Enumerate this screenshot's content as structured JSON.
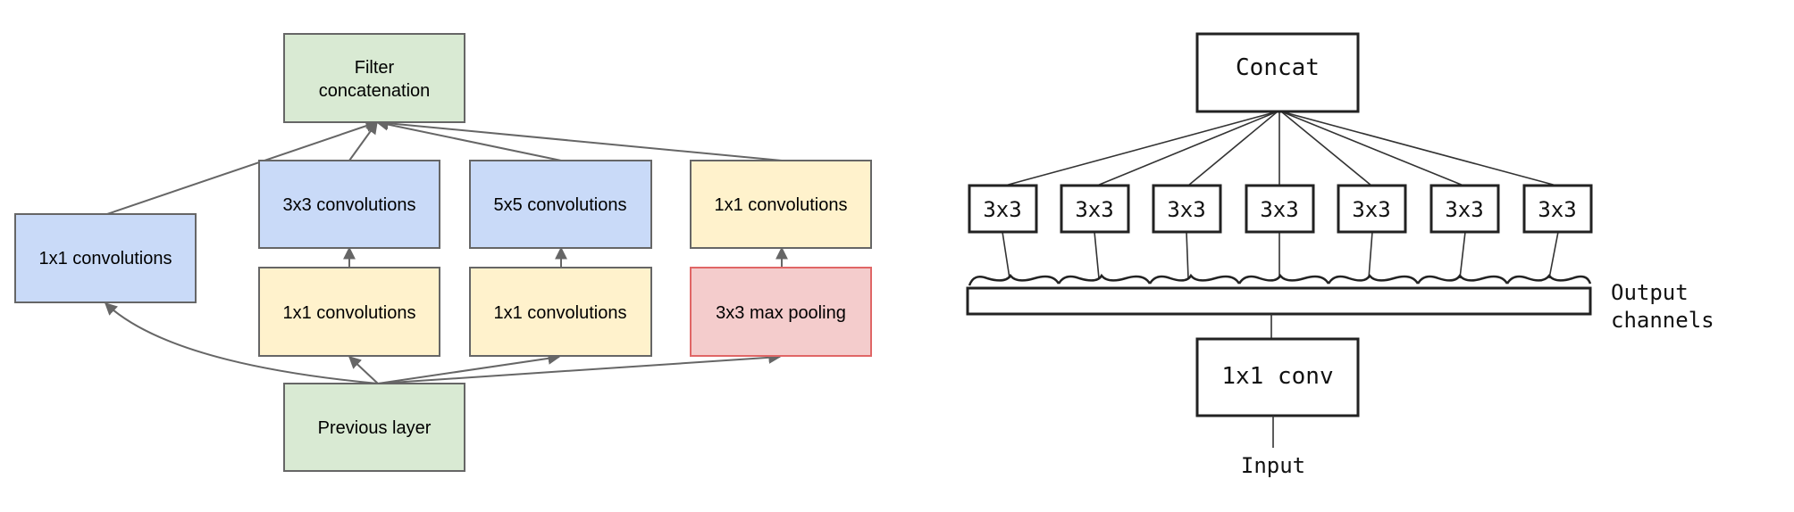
{
  "left_diagram": {
    "filter_concat": {
      "line1": "Filter",
      "line2": "concatenation"
    },
    "conv3x3": "3x3 convolutions",
    "conv5x5": "5x5 convolutions",
    "conv1x1_pool_proj": "1x1 convolutions",
    "conv1x1_branch": "1x1 convolutions",
    "conv1x1_reduce_a": "1x1 convolutions",
    "conv1x1_reduce_b": "1x1 convolutions",
    "max_pool": "3x3 max pooling",
    "previous_layer": "Previous layer"
  },
  "right_diagram": {
    "concat": "Concat",
    "filters": [
      "3x3",
      "3x3",
      "3x3",
      "3x3",
      "3x3",
      "3x3",
      "3x3"
    ],
    "output_channels": {
      "line1": "Output",
      "line2": "channels"
    },
    "conv": "1x1 conv",
    "input": "Input"
  },
  "colors": {
    "green_fill": "#d9ead3",
    "blue_fill": "#c9daf8",
    "yellow_fill": "#fff2cc",
    "pink_fill": "#f4cccc",
    "pink_border": "#e06666",
    "gray_border": "#666666",
    "arrow": "#666666"
  }
}
